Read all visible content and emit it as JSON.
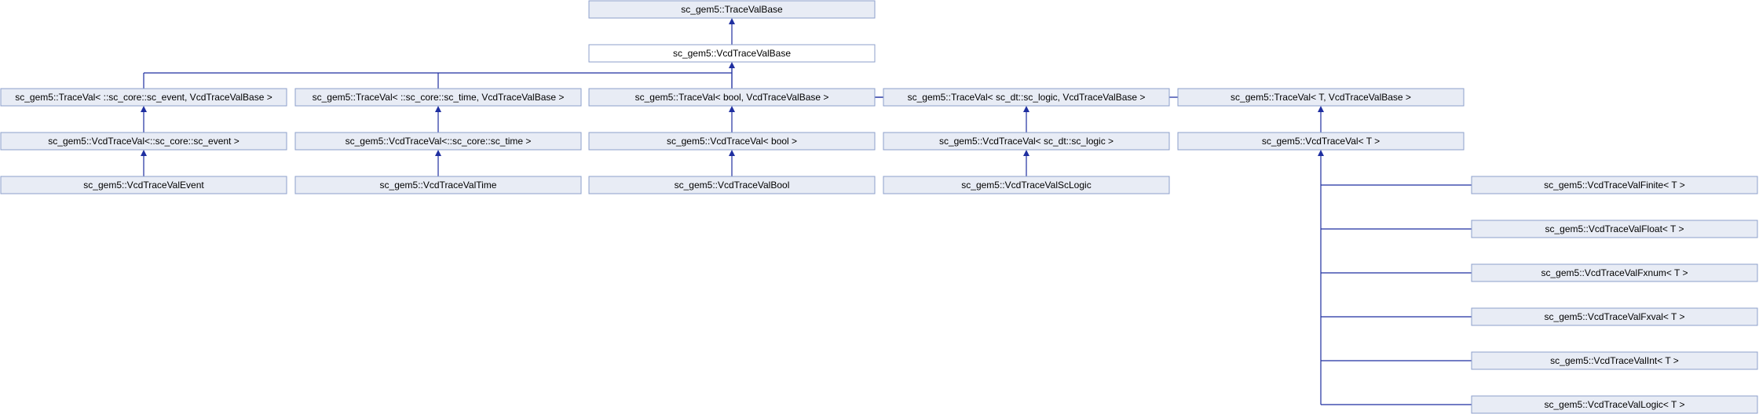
{
  "colors": {
    "node_fill": "#e8ecf5",
    "node_border": "#8c9fcb",
    "highlight_fill": "#ffffff",
    "highlight_border": "#000000",
    "edge": "#1f2fa0"
  },
  "nodes": [
    {
      "id": "TraceValBase",
      "label": "sc_gem5::TraceValBase"
    },
    {
      "id": "VcdTraceValBase",
      "label": "sc_gem5::VcdTraceValBase",
      "highlight": true
    },
    {
      "id": "TV_event",
      "label": "sc_gem5::TraceVal< ::sc_core::sc_event, VcdTraceValBase >"
    },
    {
      "id": "TV_time",
      "label": "sc_gem5::TraceVal< ::sc_core::sc_time, VcdTraceValBase >"
    },
    {
      "id": "TV_bool",
      "label": "sc_gem5::TraceVal< bool, VcdTraceValBase >"
    },
    {
      "id": "TV_logic",
      "label": "sc_gem5::TraceVal< sc_dt::sc_logic, VcdTraceValBase >"
    },
    {
      "id": "TV_T",
      "label": "sc_gem5::TraceVal< T, VcdTraceValBase >"
    },
    {
      "id": "VTV_event",
      "label": "sc_gem5::VcdTraceVal<::sc_core::sc_event >"
    },
    {
      "id": "VTV_time",
      "label": "sc_gem5::VcdTraceVal<::sc_core::sc_time >"
    },
    {
      "id": "VTV_bool",
      "label": "sc_gem5::VcdTraceVal< bool >"
    },
    {
      "id": "VTV_logic",
      "label": "sc_gem5::VcdTraceVal< sc_dt::sc_logic >"
    },
    {
      "id": "VTV_T",
      "label": "sc_gem5::VcdTraceVal< T >"
    },
    {
      "id": "VTVEvent",
      "label": "sc_gem5::VcdTraceValEvent"
    },
    {
      "id": "VTVTime",
      "label": "sc_gem5::VcdTraceValTime"
    },
    {
      "id": "VTVBool",
      "label": "sc_gem5::VcdTraceValBool"
    },
    {
      "id": "VTVScLogic",
      "label": "sc_gem5::VcdTraceValScLogic"
    },
    {
      "id": "VTVFinite",
      "label": "sc_gem5::VcdTraceValFinite< T >"
    },
    {
      "id": "VTVFloat",
      "label": "sc_gem5::VcdTraceValFloat< T >"
    },
    {
      "id": "VTVFxnum",
      "label": "sc_gem5::VcdTraceValFxnum< T >"
    },
    {
      "id": "VTVFxval",
      "label": "sc_gem5::VcdTraceValFxval< T >"
    },
    {
      "id": "VTVInt",
      "label": "sc_gem5::VcdTraceValInt< T >"
    },
    {
      "id": "VTVLogic",
      "label": "sc_gem5::VcdTraceValLogic< T >"
    }
  ],
  "edges": [
    {
      "from": "VcdTraceValBase",
      "to": "TraceValBase"
    },
    {
      "from": "TV_event",
      "to": "VcdTraceValBase"
    },
    {
      "from": "TV_time",
      "to": "VcdTraceValBase"
    },
    {
      "from": "TV_bool",
      "to": "VcdTraceValBase"
    },
    {
      "from": "TV_logic",
      "to": "VcdTraceValBase"
    },
    {
      "from": "TV_T",
      "to": "VcdTraceValBase"
    },
    {
      "from": "VTV_event",
      "to": "TV_event"
    },
    {
      "from": "VTV_time",
      "to": "TV_time"
    },
    {
      "from": "VTV_bool",
      "to": "TV_bool"
    },
    {
      "from": "VTV_logic",
      "to": "TV_logic"
    },
    {
      "from": "VTV_T",
      "to": "TV_T"
    },
    {
      "from": "VTVEvent",
      "to": "VTV_event"
    },
    {
      "from": "VTVTime",
      "to": "VTV_time"
    },
    {
      "from": "VTVBool",
      "to": "VTV_bool"
    },
    {
      "from": "VTVScLogic",
      "to": "VTV_logic"
    },
    {
      "from": "VTVFinite",
      "to": "VTV_T"
    },
    {
      "from": "VTVFloat",
      "to": "VTV_T"
    },
    {
      "from": "VTVFxnum",
      "to": "VTV_T"
    },
    {
      "from": "VTVFxval",
      "to": "VTV_T"
    },
    {
      "from": "VTVInt",
      "to": "VTV_T"
    },
    {
      "from": "VTVLogic",
      "to": "VTV_T"
    }
  ]
}
